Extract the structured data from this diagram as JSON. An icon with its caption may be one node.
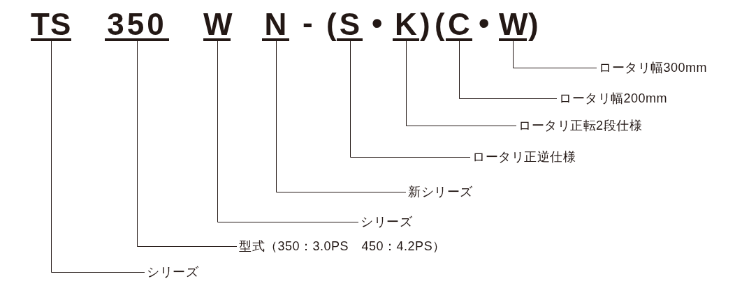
{
  "diagram": {
    "nodes": [
      {
        "text": [
          "TS"
        ]
      },
      {
        "text": [
          "350"
        ]
      },
      {
        "text": [
          "W"
        ]
      },
      {
        "text": [
          "N"
        ]
      },
      {
        "text": [
          "S"
        ]
      },
      {
        "text": [
          "K"
        ]
      },
      {
        "text": [
          "C"
        ]
      },
      {
        "text": [
          "W"
        ]
      },
      {
        "text": [
          "ロータリ幅300mm"
        ]
      },
      {
        "text": [
          "ロータリ幅200mm"
        ]
      },
      {
        "text": [
          "ロータリ正転2段仕様"
        ]
      },
      {
        "text": [
          "ロータリ正逆仕様"
        ]
      },
      {
        "text": [
          "新シリーズ"
        ]
      },
      {
        "text": [
          "シリーズ"
        ]
      },
      {
        "text": [
          "型式（350：3.0PS　450：4.2PS）"
        ]
      },
      {
        "text": [
          "シリーズ"
        ]
      }
    ],
    "edges": [
      {
        "from": 0,
        "to": 15,
        "arrow": "none"
      },
      {
        "from": 1,
        "to": 14,
        "arrow": "none"
      },
      {
        "from": 2,
        "to": 13,
        "arrow": "none"
      },
      {
        "from": 3,
        "to": 12,
        "arrow": "none"
      },
      {
        "from": 4,
        "to": 11,
        "arrow": "none"
      },
      {
        "from": 5,
        "to": 10,
        "arrow": "none"
      },
      {
        "from": 6,
        "to": 9,
        "arrow": "none"
      },
      {
        "from": 7,
        "to": 8,
        "arrow": "none"
      }
    ],
    "labels": [
      "-",
      "(",
      "•",
      ")",
      "(",
      "•",
      ")"
    ]
  }
}
